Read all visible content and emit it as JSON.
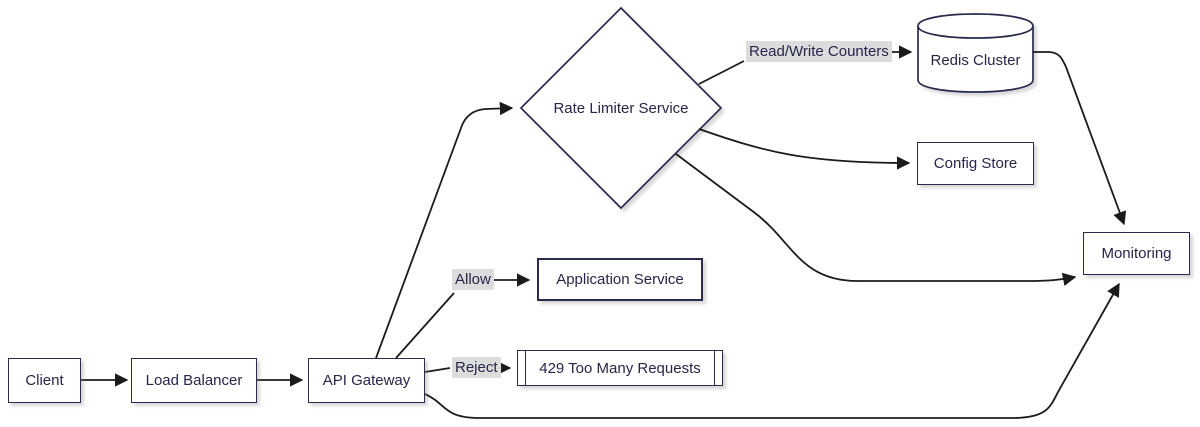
{
  "diagram_type": "flowchart",
  "nodes": {
    "client": {
      "label": "Client",
      "shape": "rect"
    },
    "load_balancer": {
      "label": "Load Balancer",
      "shape": "rect"
    },
    "api_gateway": {
      "label": "API Gateway",
      "shape": "rect"
    },
    "rate_limiter": {
      "label": "Rate Limiter Service",
      "shape": "diamond"
    },
    "redis_cluster": {
      "label": "Redis Cluster",
      "shape": "cylinder"
    },
    "config_store": {
      "label": "Config Store",
      "shape": "rect"
    },
    "monitoring": {
      "label": "Monitoring",
      "shape": "rect"
    },
    "application_service": {
      "label": "Application Service",
      "shape": "rect-bold"
    },
    "too_many_requests": {
      "label": "429 Too Many Requests",
      "shape": "subroutine"
    }
  },
  "edge_labels": {
    "read_write_counters": "Read/Write Counters",
    "allow": "Allow",
    "reject": "Reject"
  },
  "edges": [
    {
      "from": "Client",
      "to": "Load Balancer",
      "label": ""
    },
    {
      "from": "Load Balancer",
      "to": "API Gateway",
      "label": ""
    },
    {
      "from": "API Gateway",
      "to": "Rate Limiter Service",
      "label": ""
    },
    {
      "from": "Rate Limiter Service",
      "to": "Redis Cluster",
      "label": "Read/Write Counters"
    },
    {
      "from": "Rate Limiter Service",
      "to": "Config Store",
      "label": ""
    },
    {
      "from": "Rate Limiter Service",
      "to": "Monitoring",
      "label": ""
    },
    {
      "from": "API Gateway",
      "to": "Application Service",
      "label": "Allow"
    },
    {
      "from": "API Gateway",
      "to": "429 Too Many Requests",
      "label": "Reject"
    },
    {
      "from": "API Gateway",
      "to": "Monitoring",
      "label": ""
    },
    {
      "from": "Redis Cluster",
      "to": "Monitoring",
      "label": ""
    }
  ],
  "colors": {
    "node_border": "#2b2b4d",
    "node_fill": "#ffffff",
    "text": "#26264a",
    "edge": "#1b1b1d",
    "edge_label_bg": "#dcdcdc",
    "background": "#ffffff"
  }
}
